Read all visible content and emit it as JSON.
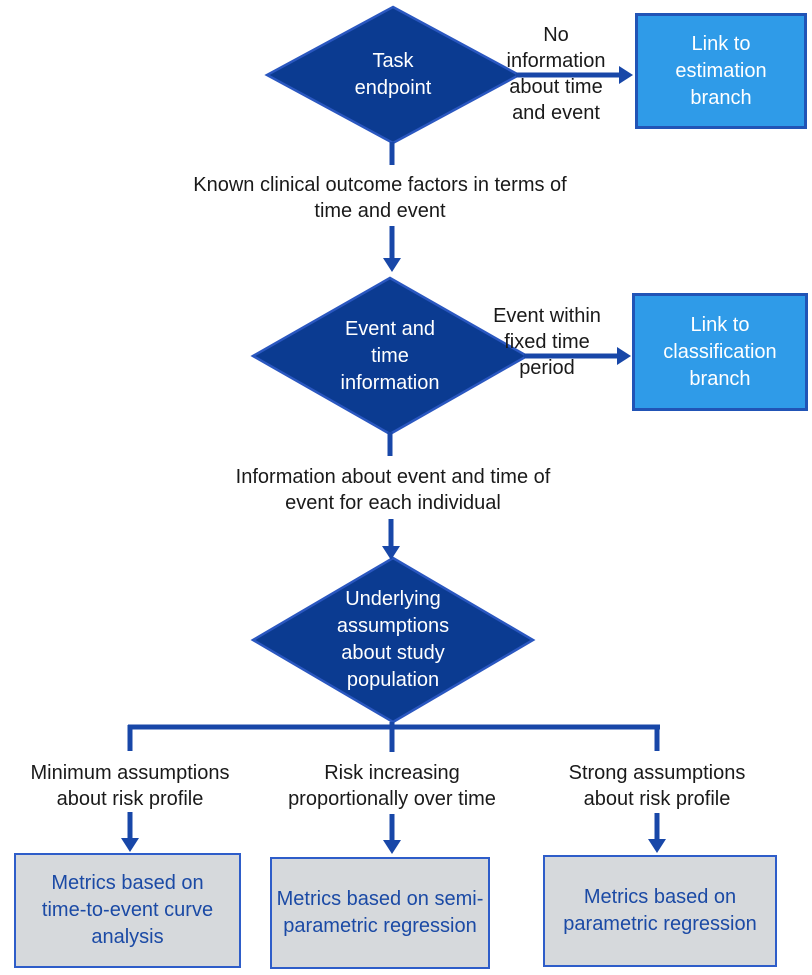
{
  "colors": {
    "diamond_fill": "#0B3B91",
    "diamond_stroke": "#2A57C0",
    "arrow_color": "#1847A8",
    "link_box_fill": "#2F9BE8",
    "link_box_border": "#2154B6",
    "link_box_text": "#FFFFFF",
    "metric_box_fill": "#D6D9DC",
    "metric_box_border": "#2E5DC9",
    "metric_box_text": "#1B4AA5",
    "label_text": "#1A1A1A"
  },
  "flowchart": {
    "diamonds": [
      {
        "label": [
          "Task",
          "endpoint"
        ]
      },
      {
        "label": [
          "Event and",
          "time",
          "information"
        ]
      },
      {
        "label": [
          "Underlying",
          "assumptions",
          "about study",
          "population"
        ]
      }
    ],
    "side_branches": [
      {
        "condition": [
          "No",
          "information",
          "about time",
          "and event"
        ],
        "target": [
          "Link to",
          "estimation",
          "branch"
        ]
      },
      {
        "condition": [
          "Event within",
          "fixed time",
          "period"
        ],
        "target": [
          "Link to",
          "classification",
          "branch"
        ]
      }
    ],
    "flow_labels": [
      [
        "Known clinical outcome factors in terms of",
        "time and event"
      ],
      [
        "Information about event and time of",
        "event for each individual"
      ]
    ],
    "bottom_branches": [
      {
        "condition": [
          "Minimum assumptions",
          "about risk profile"
        ],
        "result": [
          "Metrics based on",
          "time-to-event curve",
          "analysis"
        ]
      },
      {
        "condition": [
          "Risk increasing",
          "proportionally over time"
        ],
        "result": [
          "Metrics based on semi-",
          "parametric regression"
        ]
      },
      {
        "condition": [
          "Strong assumptions",
          "about risk profile"
        ],
        "result": [
          "Metrics based on",
          "parametric regression"
        ]
      }
    ]
  }
}
